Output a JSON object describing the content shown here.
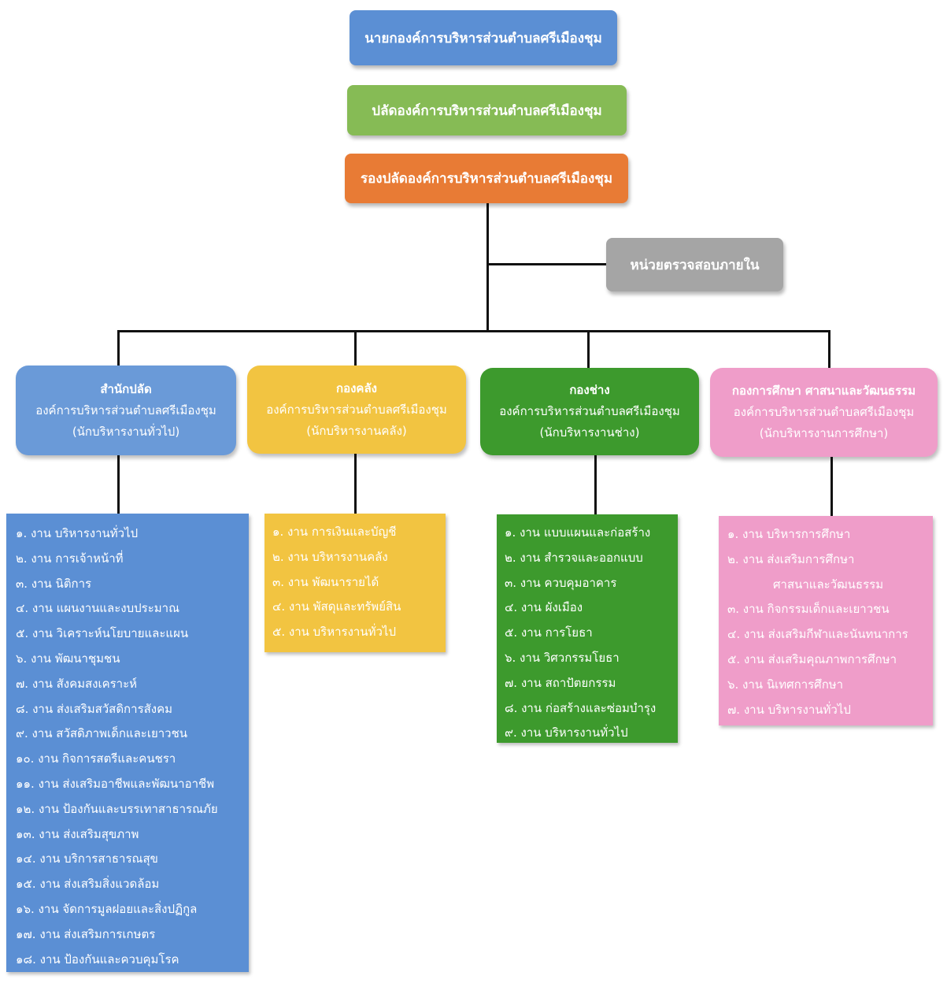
{
  "chief": "นายกองค์การบริหารส่วนตำบลศรีเมืองชุม",
  "deputy": "ปลัดองค์การบริหารส่วนตำบลศรีเมืองชุม",
  "assistant": "รองปลัดองค์การบริหารส่วนตำบลศรีเมืองชุม",
  "audit": "หน่วยตรวจสอบภายใน",
  "colors": {
    "chief": "#5b8fd4",
    "deputy": "#86bb55",
    "assistant": "#e87b35",
    "audit": "#a5a5a5",
    "office": "#6a9ad8",
    "finance": "#f2c441",
    "engineering": "#3d9a2d",
    "education": "#ef9dc9"
  },
  "departments": [
    {
      "title": "สำนักปลัด",
      "org": "องค์การบริหารส่วนตำบลศรีเมืองชุม",
      "role": "(นักบริหารงานทั่วไป)",
      "items": [
        "๑. งาน บริหารงานทั่วไป",
        "๒. งาน การเจ้าหน้าที่",
        "๓. งาน นิติการ",
        "๔. งาน แผนงานและงบประมาณ",
        "๕. งาน วิเคราะห์นโยบายและแผน",
        "๖. งาน พัฒนาชุมชน",
        "๗. งาน สังคมสงเคราะห์",
        "๘. งาน ส่งเสริมสวัสดิการสังคม",
        "๙. งาน สวัสดิภาพเด็กและเยาวชน",
        "๑๐. งาน กิจการสตรีและคนชรา",
        "๑๑. งาน ส่งเสริมอาชีพและพัฒนาอาชีพ",
        "๑๒. งาน ป้องกันและบรรเทาสาธารณภัย",
        "๑๓. งาน ส่งเสริมสุขภาพ",
        "๑๔. งาน บริการสาธารณสุข",
        "๑๕. งาน ส่งเสริมสิ่งแวดล้อม",
        "๑๖. งาน จัดการมูลฝอยและสิ่งปฏิกูล",
        "๑๗. งาน ส่งเสริมการเกษตร",
        "๑๘. งาน ป้องกันและควบคุมโรค"
      ]
    },
    {
      "title": "กองคลัง",
      "org": "องค์การบริหารส่วนตำบลศรีเมืองชุม",
      "role": "(นักบริหารงานคลัง)",
      "items": [
        "๑. งาน การเงินและบัญชี",
        "๒. งาน บริหารงานคลัง",
        "๓. งาน พัฒนารายได้",
        "๔. งาน พัสดุและทรัพย์สิน",
        "๕. งาน บริหารงานทั่วไป"
      ]
    },
    {
      "title": "กองช่าง",
      "org": "องค์การบริหารส่วนตำบลศรีเมืองชุม",
      "role": "(นักบริหารงานช่าง)",
      "items": [
        "๑. งาน แบบแผนและก่อสร้าง",
        "๒. งาน สำรวจและออกแบบ",
        "๓. งาน ควบคุมอาคาร",
        "๔. งาน ผังเมือง",
        "๕. งาน การโยธา",
        "๖. งาน วิศวกรรมโยธา",
        "๗. งาน สถาปัตยกรรม",
        "๘. งาน ก่อสร้างและซ่อมบำรุง",
        "๙. งาน บริหารงานทั่วไป"
      ]
    },
    {
      "title": "กองการศึกษา ศาสนาและวัฒนธรรม",
      "org": "องค์การบริหารส่วนตำบลศรีเมืองชุม",
      "role": "(นักบริหารงานการศึกษา)",
      "items": [
        "๑. งาน บริหารการศึกษา",
        "๒. งาน ส่งเสริมการศึกษา",
        "ศาสนาและวัฒนธรรม",
        "๓. งาน กิจกรรมเด็กและเยาวชน",
        "๔. งาน ส่งเสริมกีฬาและนันทนาการ",
        "๕. งาน ส่งเสริมคุณภาพการศึกษา",
        "๖. งาน นิเทศการศึกษา",
        "๗. งาน บริหารงานทั่วไป"
      ]
    }
  ]
}
